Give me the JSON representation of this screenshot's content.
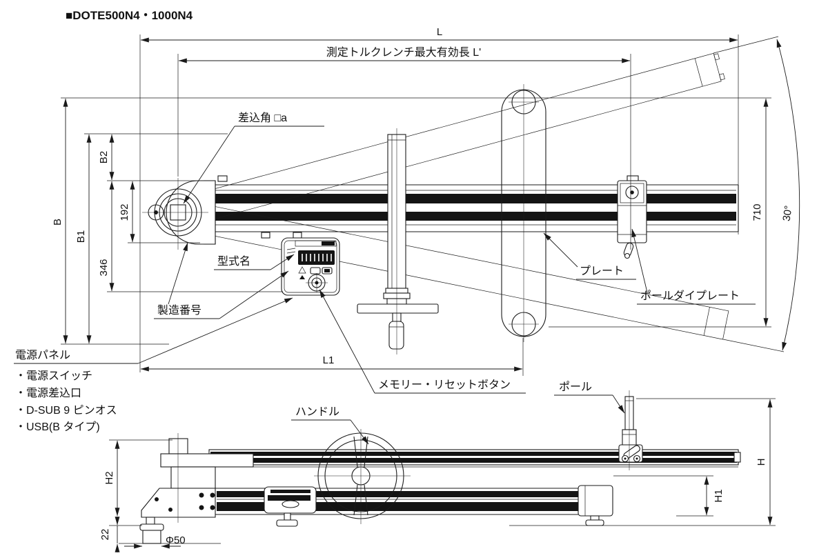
{
  "title": "■DOTE500N4・1000N4",
  "dims": {
    "L": "L",
    "L_eff": "測定トルクレンチ最大有効長 L'",
    "L1": "L1",
    "B": "B",
    "B1": "B1",
    "B2": "B2",
    "d192": "192",
    "d346": "346",
    "d710": "710",
    "angle30": "30°",
    "H": "H",
    "H1": "H1",
    "H2": "H2",
    "d22": "22",
    "phi50": "Φ50"
  },
  "labels": {
    "drive_angle": "差込角 □a",
    "model_name": "型式名",
    "serial_no": "製造番号",
    "plate": "プレート",
    "pole_die_plate": "ポールダイプレート",
    "memory_reset": "メモリー・リセットボタン",
    "handle": "ハンドル",
    "pole": "ポール"
  },
  "power_panel": {
    "title": "電源パネル",
    "items": [
      "・電源スイッチ",
      "・電源差込口",
      "・D-SUB 9 ピンオス",
      "・USB(B タイプ)"
    ]
  },
  "colors": {
    "line": "#1a1a1a",
    "dark_fill": "#141414",
    "background": "#ffffff"
  }
}
